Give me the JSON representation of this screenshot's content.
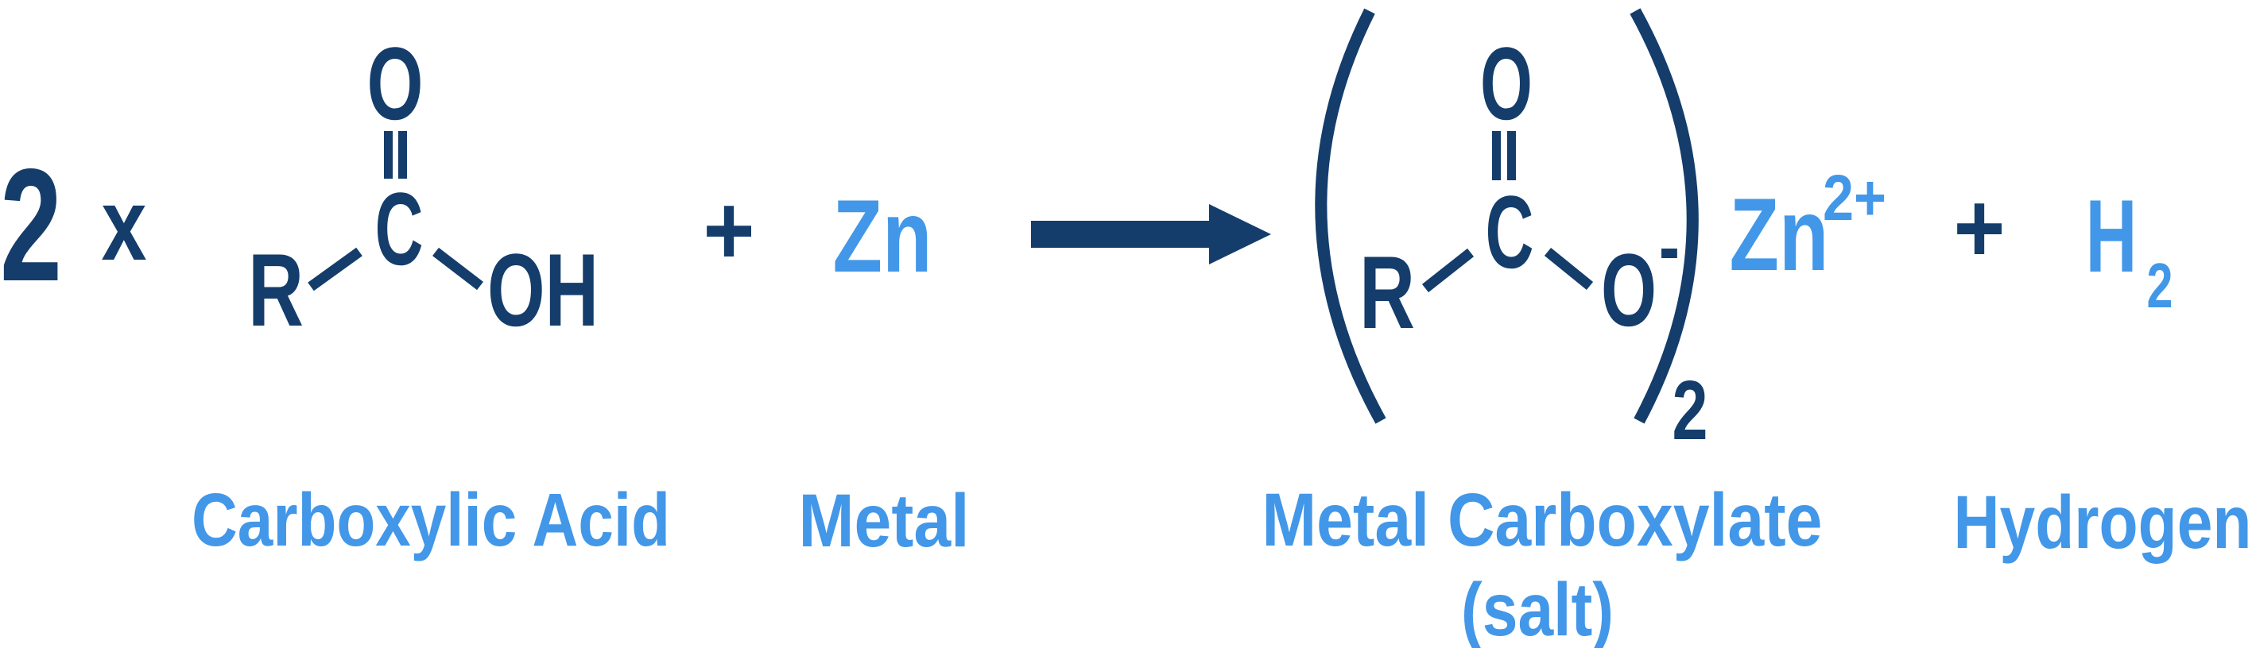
{
  "colors": {
    "dark_navy": "#143D6B",
    "light_blue": "#4297E8",
    "background": "#FFFFFF"
  },
  "equation": {
    "coefficient": "2",
    "multiplier": "x",
    "reactant_acid": {
      "carbonyl_oxygen": "O",
      "carbon": "C",
      "r_group": "R",
      "hydroxyl": "OH"
    },
    "plus_left": "+",
    "metal_symbol": "Zn",
    "product_carboxylate": {
      "paren_open": "(",
      "carbonyl_oxygen": "O",
      "carbon": "C",
      "r_group": "R",
      "oxygen_anion": "O",
      "charge": "-",
      "paren_close": ")",
      "subscript": "2"
    },
    "zinc_ion": {
      "symbol": "Zn",
      "charge": "2+"
    },
    "plus_right": "+",
    "hydrogen_molecule": {
      "symbol": "H",
      "subscript": "2"
    }
  },
  "labels": {
    "carboxylic_acid": "Carboxylic Acid",
    "metal": "Metal",
    "metal_carboxylate": "Metal Carboxylate",
    "salt": "(salt)",
    "hydrogen": "Hydrogen"
  }
}
